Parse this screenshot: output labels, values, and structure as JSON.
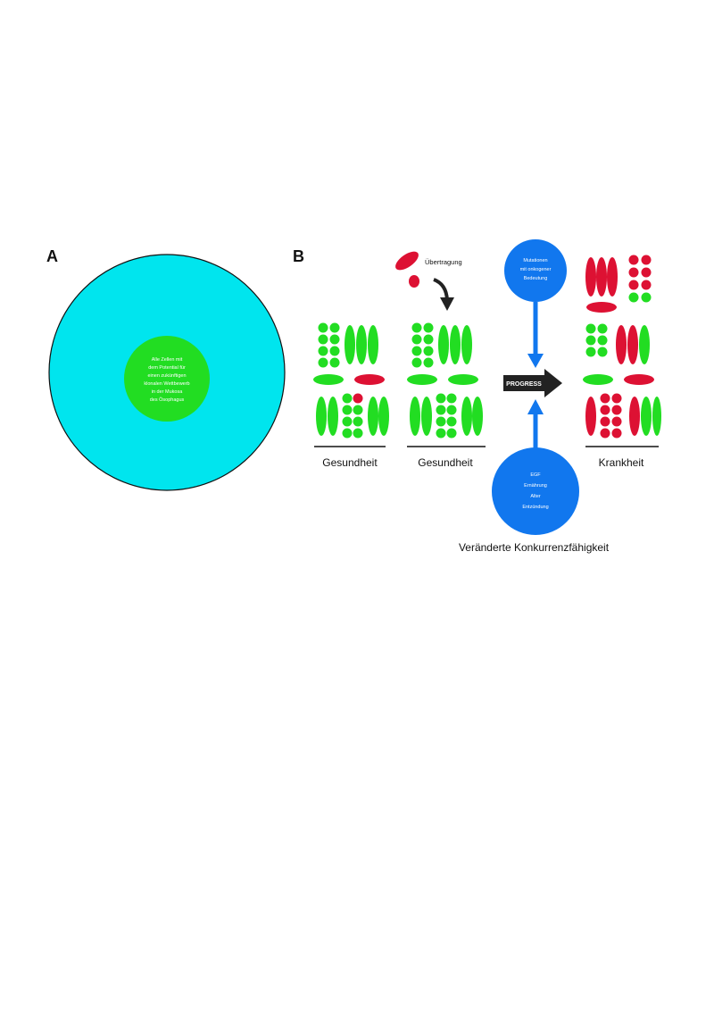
{
  "panel_a": {
    "letter": "A",
    "inner_text_lines": [
      "Alle Zellen mit",
      "dem Potential für",
      "einen zukünftigen",
      "klonalen Wettbewerb",
      "in der Mukosa",
      "des Ösophagus"
    ],
    "outer_color": "#00e5ee",
    "inner_color": "#22dd22"
  },
  "panel_b": {
    "letter": "B",
    "transfer_label": "Übertragung",
    "label_health_1": "Gesundheit",
    "label_health_2": "Gesundheit",
    "label_disease": "Krankheit",
    "top_bubble_lines": [
      "Mutationen",
      "mit onkogener",
      "Bedeutung"
    ],
    "bottom_bubble_lines": [
      "EGF",
      "Ernährung",
      "Alter",
      "Entzündung"
    ],
    "progress_arrow_label": "PROGRESS",
    "bottom_caption": "Veränderte Konkurrenzfähigkeit",
    "colors": {
      "healthy_cell": "#22dd22",
      "mutant_cell": "#dd1133",
      "bubble": "#1177ee",
      "arrow": "#1177ee",
      "dark_arrow": "#222222"
    }
  }
}
